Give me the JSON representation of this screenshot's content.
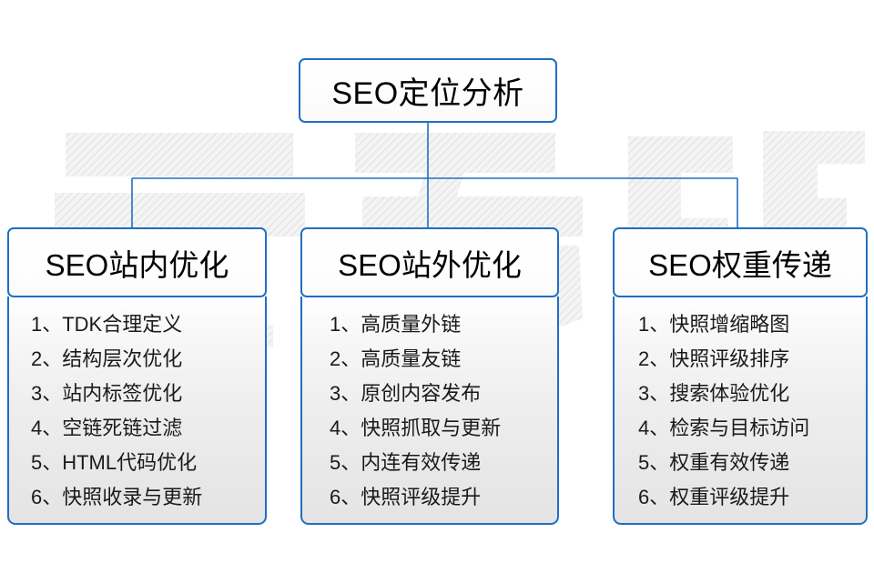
{
  "diagram": {
    "root": {
      "label": "SEO定位分析"
    },
    "columns": [
      {
        "header": "SEO站内优化",
        "items": [
          "1、TDK合理定义",
          "2、结构层次优化",
          "3、站内标签优化",
          "4、空链死链过滤",
          "5、HTML代码优化",
          "6、快照收录与更新"
        ]
      },
      {
        "header": "SEO站外优化",
        "items": [
          "1、高质量外链",
          "2、高质量友链",
          "3、原创内容发布",
          "4、快照抓取与更新",
          "5、内连有效传递",
          "6、快照评级提升"
        ]
      },
      {
        "header": "SEO权重传递",
        "items": [
          "1、快照增缩略图",
          "2、快照评级排序",
          "3、搜索体验优化",
          "4、检索与目标访问",
          "5、权重有效传递",
          "6、权重评级提升"
        ]
      }
    ],
    "watermark": {
      "text": "云无限"
    },
    "colors": {
      "border": "#1f6fc0",
      "text": "#000000",
      "list_text": "#1a1a1a",
      "background": "#ffffff",
      "watermark": "#ededed"
    }
  }
}
